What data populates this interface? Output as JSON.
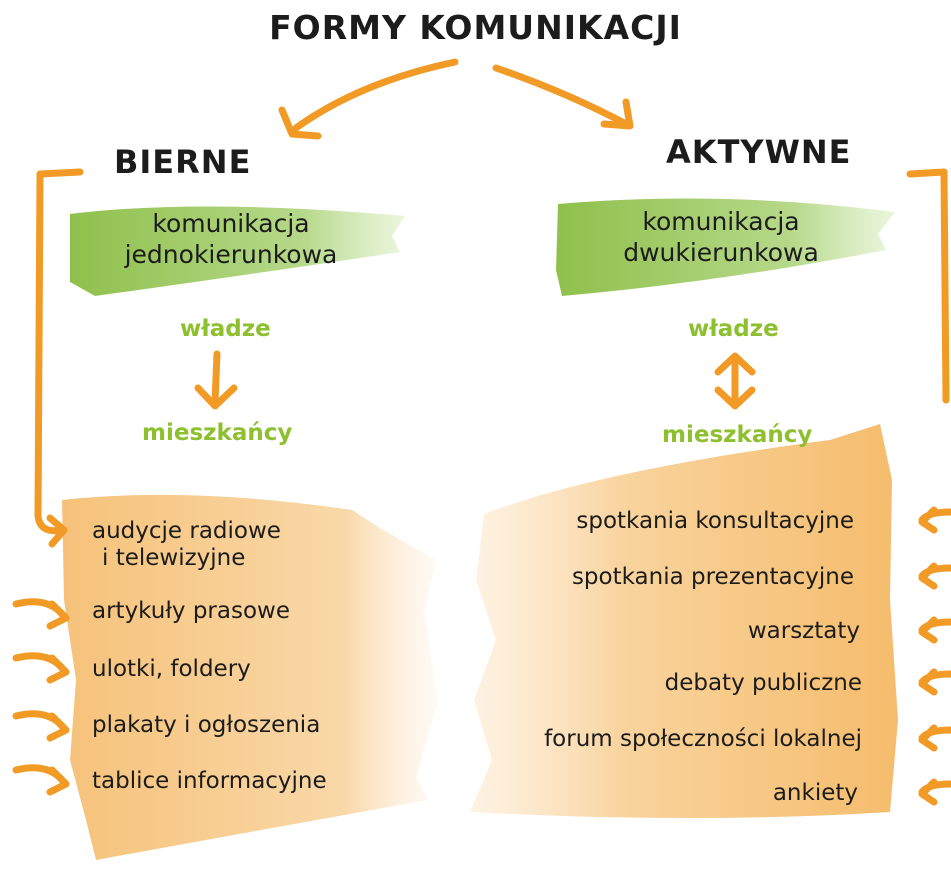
{
  "title": "FORMY KOMUNIKACJI",
  "colors": {
    "accent_orange": "#f29a26",
    "green_brush": "#9ccb5a",
    "green_text": "#8dbf2f",
    "peach_brush": "#f8c57e"
  },
  "passive": {
    "heading": "BIERNE",
    "mode_line1": "komunikacja",
    "mode_line2": "jednokierunkowa",
    "from": "władze",
    "to": "mieszkańcy",
    "flow": "arrow-down",
    "items": [
      {
        "line1": "audycje radiowe",
        "line2": "i telewizyjne"
      },
      {
        "line1": "artykuły prasowe"
      },
      {
        "line1": "ulotki, foldery"
      },
      {
        "line1": "plakaty i ogłoszenia"
      },
      {
        "line1": "tablice informacyjne"
      }
    ]
  },
  "active": {
    "heading": "AKTYWNE",
    "mode_line1": "komunikacja",
    "mode_line2": "dwukierunkowa",
    "from": "władze",
    "to": "mieszkańcy",
    "flow": "arrow-both-ways",
    "items": [
      {
        "line1": "spotkania konsultacyjne"
      },
      {
        "line1": "spotkania prezentacyjne"
      },
      {
        "line1": "warsztaty"
      },
      {
        "line1": "debaty publiczne"
      },
      {
        "line1": "forum społeczności lokalnej"
      },
      {
        "line1": "ankiety"
      }
    ]
  }
}
